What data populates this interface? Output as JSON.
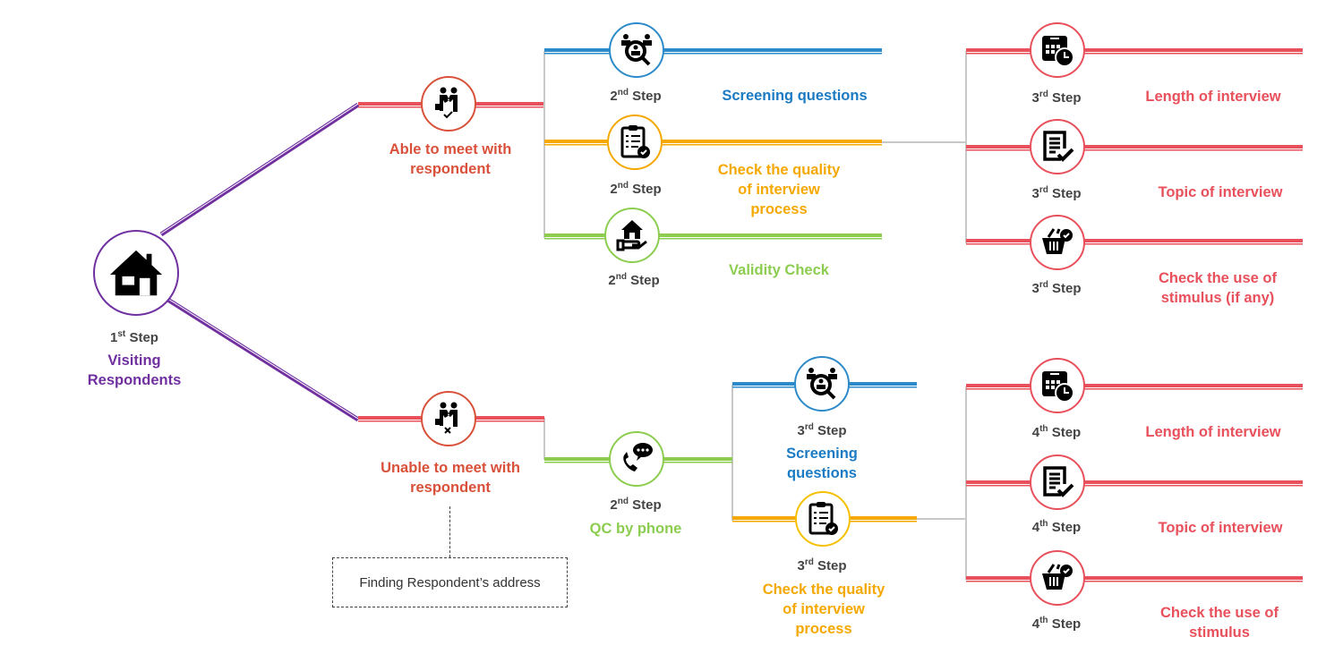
{
  "colors": {
    "purple": "#7030a0",
    "red_orange": "#d9513a",
    "blue": "#2e8bc9",
    "orange": "#f5a800",
    "green": "#8ccd50",
    "pink_red": "#e8505b",
    "connector_gray": "#bfbfbf",
    "step_text": "#444444"
  },
  "root": {
    "icon": "house-icon",
    "step_num": "1",
    "step_suffix": "st",
    "step_word": "Step",
    "label_line1": "Visiting",
    "label_line2": "Respondents"
  },
  "branches": {
    "able": {
      "icon": "handshake-check-icon",
      "label_line1": "Able to meet with",
      "label_line2": "respondent",
      "children": [
        {
          "icon": "screening-search-icon",
          "step_num": "2",
          "step_suffix": "nd",
          "step_word": "Step",
          "label": "Screening questions"
        },
        {
          "icon": "clipboard-check-icon",
          "step_num": "2",
          "step_suffix": "nd",
          "step_word": "Step",
          "label_line1": "Check the quality",
          "label_line2": "of interview",
          "label_line3": "process"
        },
        {
          "icon": "house-hand-icon",
          "step_num": "2",
          "step_suffix": "nd",
          "step_word": "Step",
          "label": "Validity Check"
        }
      ],
      "quality_checks": [
        {
          "icon": "calendar-clock-icon",
          "step_num": "3",
          "step_suffix": "rd",
          "step_word": "Step",
          "label": "Length of interview"
        },
        {
          "icon": "document-check-icon",
          "step_num": "3",
          "step_suffix": "rd",
          "step_word": "Step",
          "label": "Topic of interview"
        },
        {
          "icon": "basket-check-icon",
          "step_num": "3",
          "step_suffix": "rd",
          "step_word": "Step",
          "label_line1": "Check the use of",
          "label_line2": "stimulus (if any)"
        }
      ]
    },
    "unable": {
      "icon": "handshake-x-icon",
      "label_line1": "Unable to meet with",
      "label_line2": "respondent",
      "note": "Finding Respondent’s address",
      "phone": {
        "icon": "phone-chat-icon",
        "step_num": "2",
        "step_suffix": "nd",
        "step_word": "Step",
        "label": "QC by phone"
      },
      "children": [
        {
          "icon": "screening-search-icon",
          "step_num": "3",
          "step_suffix": "rd",
          "step_word": "Step",
          "label_line1": "Screening",
          "label_line2": "questions"
        },
        {
          "icon": "clipboard-check-icon",
          "step_num": "3",
          "step_suffix": "rd",
          "step_word": "Step",
          "label_line1": "Check the quality",
          "label_line2": "of interview",
          "label_line3": "process"
        }
      ],
      "quality_checks": [
        {
          "icon": "calendar-clock-icon",
          "step_num": "4",
          "step_suffix": "th",
          "step_word": "Step",
          "label": "Length of interview"
        },
        {
          "icon": "document-check-icon",
          "step_num": "4",
          "step_suffix": "th",
          "step_word": "Step",
          "label": "Topic of interview"
        },
        {
          "icon": "basket-check-icon",
          "step_num": "4",
          "step_suffix": "th",
          "step_word": "Step",
          "label_line1": "Check the use of",
          "label_line2": "stimulus"
        }
      ]
    }
  }
}
